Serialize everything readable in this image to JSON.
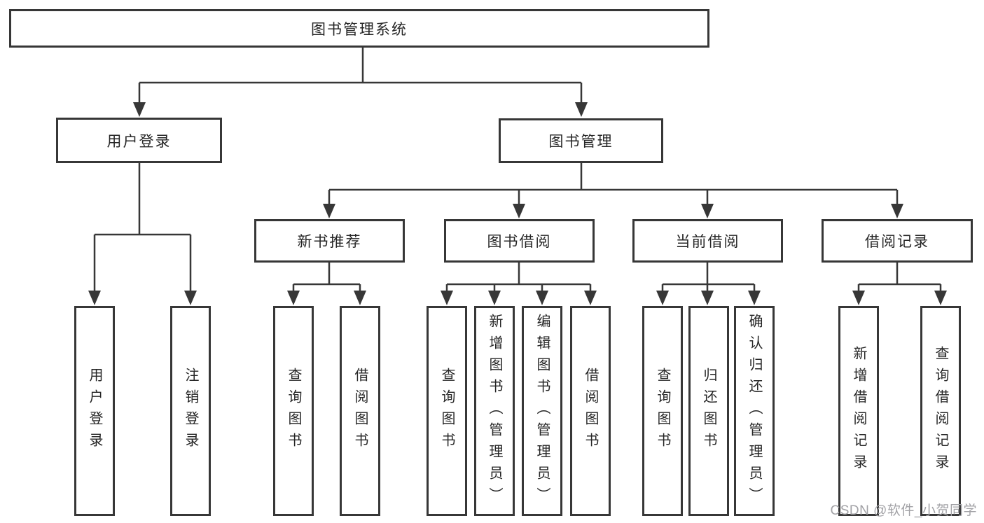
{
  "diagram": {
    "root": {
      "label": "图书管理系统"
    },
    "level2": [
      {
        "label": "用户登录",
        "children": [
          "用户登录",
          "注销登录"
        ]
      },
      {
        "label": "图书管理"
      }
    ],
    "level3": [
      {
        "label": "新书推荐",
        "children": [
          "查询图书",
          "借阅图书"
        ]
      },
      {
        "label": "图书借阅",
        "children": [
          "查询图书",
          "新增图书（管理员）",
          "编辑图书（管理员）",
          "借阅图书"
        ]
      },
      {
        "label": "当前借阅",
        "children": [
          "查询图书",
          "归还图书",
          "确认归还（管理员）"
        ]
      },
      {
        "label": "借阅记录",
        "children": [
          "新增借阅记录",
          "查询借阅记录"
        ]
      }
    ]
  },
  "watermark": {
    "text": "CSDN @软件_小贺同学"
  },
  "colors": {
    "line": "#373737",
    "box_border": "#373737",
    "text": "#262626",
    "watermark": "#a2a2a6",
    "background": "#ffffff"
  }
}
